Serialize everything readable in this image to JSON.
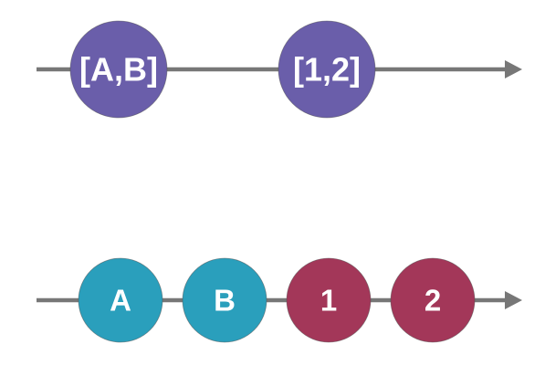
{
  "colors": {
    "timeline": "#777777",
    "purple": "#6A5EAA",
    "teal": "#2A9FBC",
    "crimson": "#A33759",
    "label": "#ffffff"
  },
  "top_stream": {
    "items": [
      {
        "label": "[A,B]",
        "color": "#6A5EAA"
      },
      {
        "label": "[1,2]",
        "color": "#6A5EAA"
      }
    ]
  },
  "bottom_stream": {
    "items": [
      {
        "label": "A",
        "color": "#2A9FBC"
      },
      {
        "label": "B",
        "color": "#2A9FBC"
      },
      {
        "label": "1",
        "color": "#A33759"
      },
      {
        "label": "2",
        "color": "#A33759"
      }
    ]
  }
}
